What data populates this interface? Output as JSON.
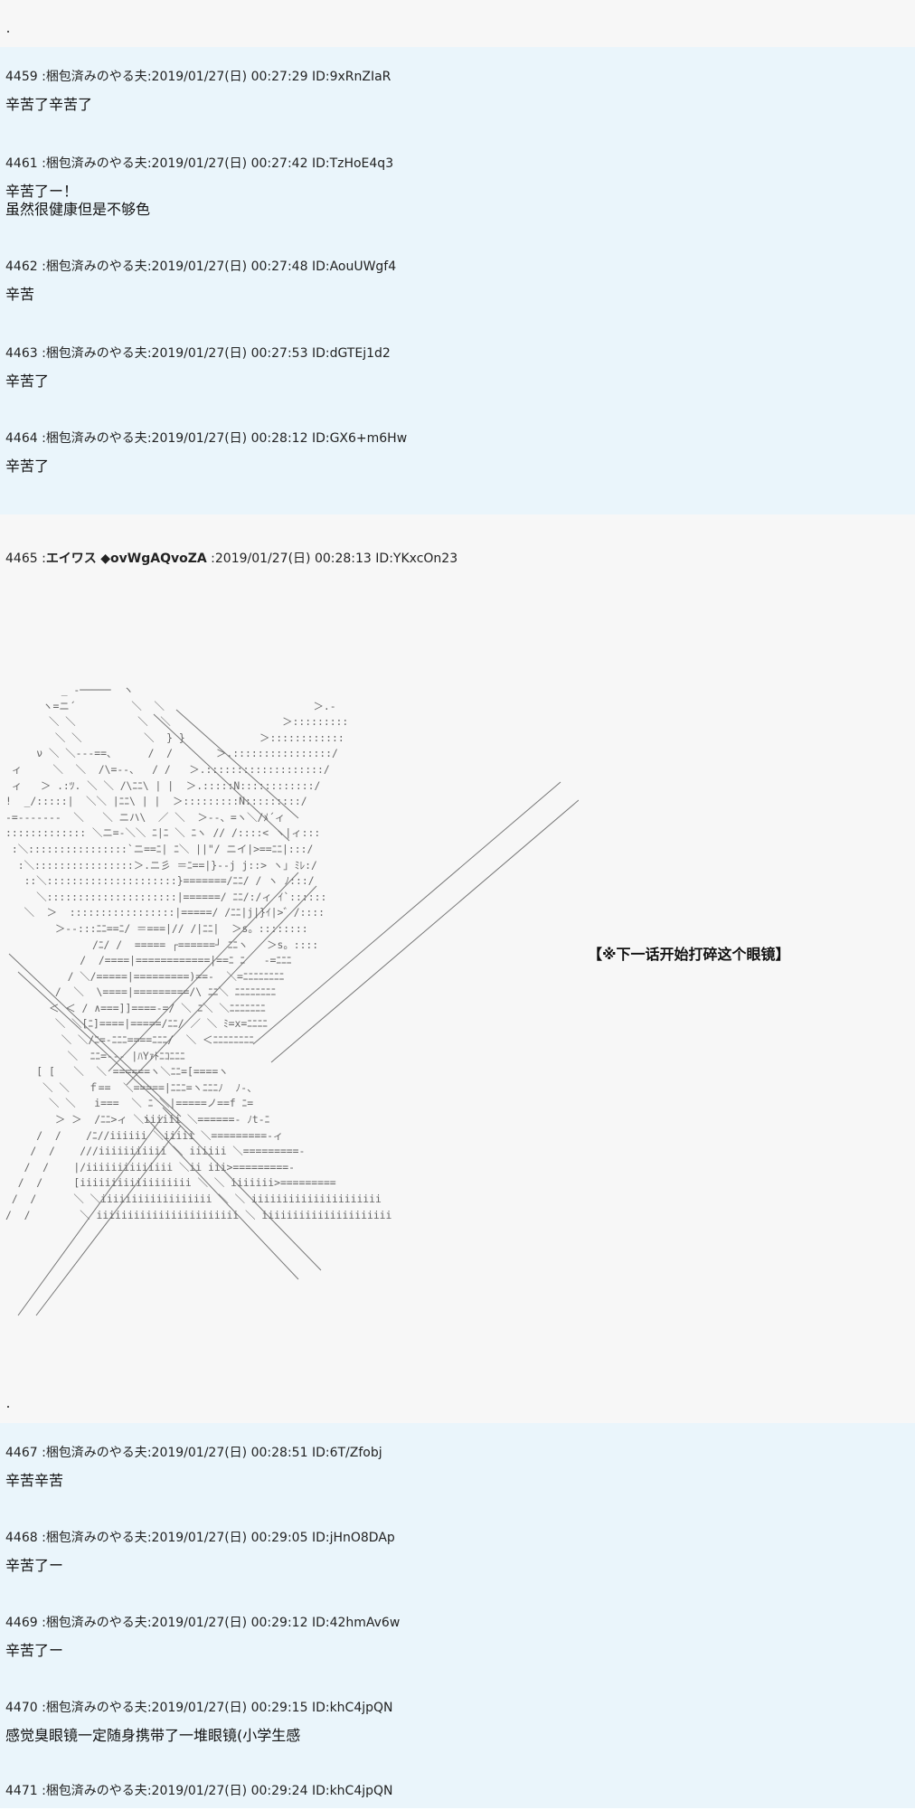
{
  "posts": [
    {
      "num": "4459",
      "name": "梱包済みのやる夫",
      "date": "2019/01/27(日) 00:27:29",
      "id": "ID:9xRnZIaR",
      "body": "辛苦了辛苦了"
    },
    {
      "num": "4461",
      "name": "梱包済みのやる夫",
      "date": "2019/01/27(日) 00:27:42",
      "id": "ID:TzHoE4q3",
      "body": "辛苦了ー！\n虽然很健康但是不够色"
    },
    {
      "num": "4462",
      "name": "梱包済みのやる夫",
      "date": "2019/01/27(日) 00:27:48",
      "id": "ID:AouUWgf4",
      "body": "辛苦"
    },
    {
      "num": "4463",
      "name": "梱包済みのやる夫",
      "date": "2019/01/27(日) 00:27:53",
      "id": "ID:dGTEj1d2",
      "body": "辛苦了"
    },
    {
      "num": "4464",
      "name": "梱包済みのやる夫",
      "date": "2019/01/27(日) 00:28:12",
      "id": "ID:GX6+m6Hw",
      "body": "辛苦了"
    }
  ],
  "op_post": {
    "num": "4465",
    "name": "エイワス",
    "trip": "◆ovWgAQvoZA",
    "date": "2019/01/27(日) 00:28:13",
    "id": "ID:YKxcOn23",
    "caption": "【※下一话开始打碎这个眼镜】"
  },
  "posts2": [
    {
      "num": "4467",
      "name": "梱包済みのやる夫",
      "date": "2019/01/27(日) 00:28:51",
      "id": "ID:6T/Zfobj",
      "body": "辛苦辛苦"
    },
    {
      "num": "4468",
      "name": "梱包済みのやる夫",
      "date": "2019/01/27(日) 00:29:05",
      "id": "ID:jHnO8DAp",
      "body": "辛苦了ー"
    },
    {
      "num": "4469",
      "name": "梱包済みのやる夫",
      "date": "2019/01/27(日) 00:29:12",
      "id": "ID:42hmAv6w",
      "body": "辛苦了ー"
    },
    {
      "num": "4470",
      "name": "梱包済みのやる夫",
      "date": "2019/01/27(日) 00:29:15",
      "id": "ID:khC4jpQN",
      "body": "感觉臭眼镜一定随身携带了一堆眼镜(小学生感"
    },
    {
      "num": "4471",
      "name": "梱包済みのやる夫",
      "date": "2019/01/27(日) 00:29:24",
      "id": "ID:khC4jpQN",
      "body": ""
    }
  ],
  "ascii_art": "         _ -─────  ヽ\n      ヽ=ニ´         ＼  ＼                        ＞.-\n       ＼ ＼          ＼  ＼                  ＞:::::::::\n        ＼ ＼          ＼  } }            ＞::::::::::::\n     ν ＼ ＼---==、     /  /       ＞.::::::::::::::::/\n ィ     ＼  ＼  /\\=--、  / /   ＞.:::::::::::::::::::/\n ィ   ＞ .:ﾂ. ＼ ＼ /\\ﾆﾆ\\ | |  ＞.:::::N::::::::::::/\n!  _/:::::|  ＼＼ |ﾆﾆ\\ | |  ＞:::::::::N:::::::::/\n-=-------  ＼   ＼ ニハ\\  ／ ＼  ＞--、=ヽ＼/ﾒ´ィ\n::::::::::::: ＼ニ=-＼＼ ﾆ|ﾆ ＼ ﾆヽ // /::::< ヽ|ィ:::\n :＼::::::::::::::::`ニ==ﾆ| ﾆ＼ ||\"/ ニイ|>==ﾆﾆ|:::/\n  :＼::::::::::::::::＞.ニ彡 ＝ﾆ==|}--j j::> ヽ｣ ﾐﾚ:/\n   ::＼:::::::::::::::::::::}=======/ﾆﾆ/ / ヽ ﾉ:::/\n     ＼:::::::::::::::::::::|======/ ﾆﾆ/:/ィ ｲ`::::::\n   ＼  ＞  :::::::::::::::::|=====/ /ﾆﾆ|j|}ｲ|>゛/::::\n        ＞--:::ﾆﾆ==ﾆ/ ＝===|// /|ﾆﾆ|  ＞s。::::::::\n              /ﾆ/ /  ===== ┌======┘ ﾆﾆヽ   ＞s。::::\n            /  /====|============|==ﾆ ﾆ   -=ﾆﾆﾆ\n          / ＼/=====|=========)==-  ＼=ﾆﾆﾆﾆﾆﾆﾆﾆ\n        /  ＼  \\====|=========/\\ ﾆﾆ＼ ﾆﾆﾆﾆﾆﾆﾆﾆ\n       ＜ ＜ / ∧===]]====-=/ ＼ ﾆ＼ ＼ﾆﾆﾆﾆﾆﾆﾆ\n        ＼ ＼[ﾆ]====|=====/ﾆﾆ/ ／ ＼ ﾐ=x=ﾆﾆﾆﾆ\n         ＼ ＼/ﾆ=-ﾆﾆﾆ====ﾆﾆﾆ/  ＼ ＜ﾆﾆﾆﾆﾆﾆﾆﾆ\n          ＼  ﾆﾆ=--- |ﾊYｧﾄﾆｺﾆﾆﾆ\n     [ [   ＼  ＼ ======ヽ＼ﾆﾆ=[====ヽ\n      ＼ ＼   ｆ==  ＼=====|ﾆﾆﾆ=ヽﾆﾆﾆﾉ  ﾉ-、\n       ＼ ＼   i===  ＼ ﾆ ＼|=====ノ==f ﾆ=\n        ＞ ＞  /ﾆﾆ>ィ ＼iiiiii ＼======- ﾉt-ﾆ\n     /  /    /ﾆ//iiiiii ＼iiiii ＼=========-ィ\n    /  /    ///iiiiiiiiiii ＼ iiiiii ＼=========-\n   /  /    |/iiiiiiiiiiiiii ＼ii iii>=========-\n  /  /     [iiiiiiiiiiiiiiiiii ＼ ＼ iiiiiii>=========\n /  /      ＼ ＼iiiiiiiiiiiiiiiiii ＼ ＼ iiiiiiiiiiiiiiiiiiiii\n/  /        ＼ iiiiiiiiiiiiiiiiiiiiiii ＼ iiiiiiiiiiiiiiiiiiiii"
}
